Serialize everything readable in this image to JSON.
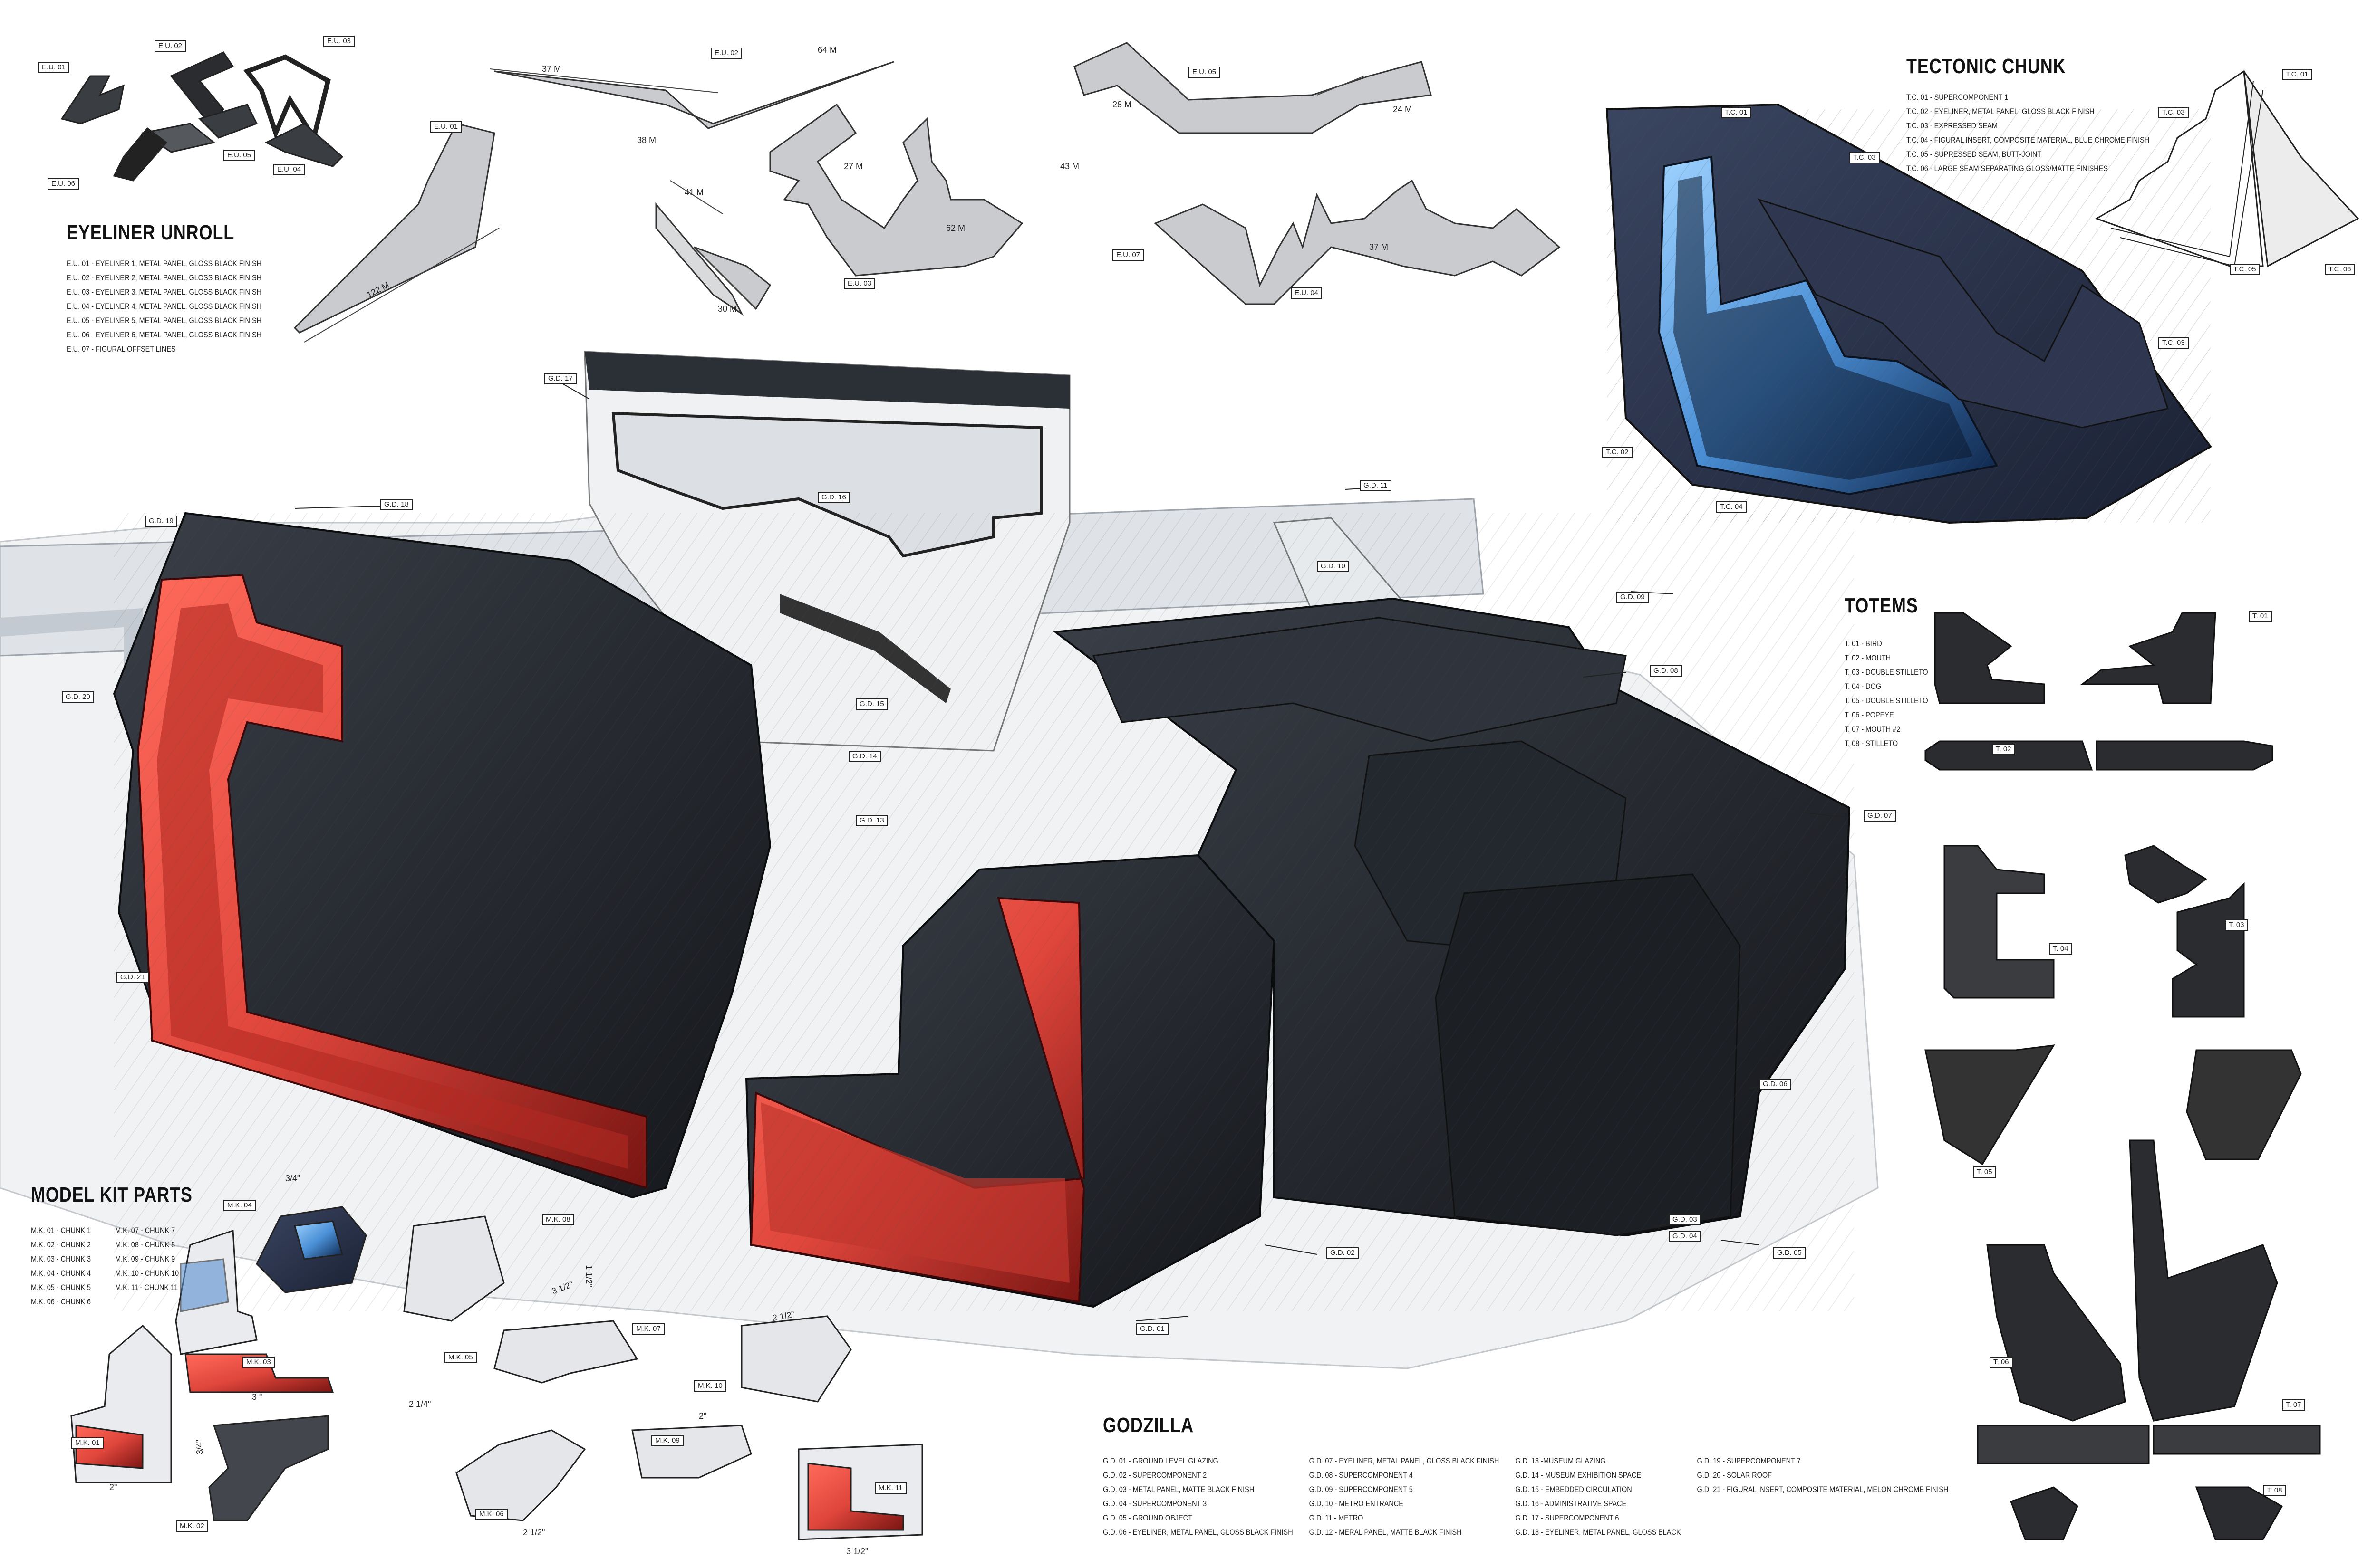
{
  "sections": {
    "eyeliner": {
      "heading": "EYELINER UNROLL",
      "items": [
        "E.U. 01 - EYELINER 1, METAL PANEL, GLOSS BLACK FINISH",
        "E.U. 02 - EYELINER 2, METAL PANEL, GLOSS BLACK FINISH",
        "E.U. 03 - EYELINER 3, METAL PANEL, GLOSS BLACK FINISH",
        "E.U. 04 - EYELINER 4, METAL PANEL, GLOSS BLACK FINISH",
        "E.U. 05 - EYELINER 5, METAL PANEL, GLOSS BLACK FINISH",
        "E.U. 06 - EYELINER 6, METAL PANEL, GLOSS BLACK FINISH",
        "E.U. 07 - FIGURAL OFFSET LINES"
      ]
    },
    "tectonic": {
      "heading": "TECTONIC CHUNK",
      "items": [
        "T.C. 01 - SUPERCOMPONENT 1",
        "T.C. 02 - EYELINER, METAL PANEL, GLOSS BLACK FINISH",
        "T.C. 03 - EXPRESSED SEAM",
        "T.C. 04 - FIGURAL INSERT, COMPOSITE MATERIAL, BLUE CHROME FINISH",
        "T.C. 05 - SUPRESSED SEAM, BUTT-JOINT",
        "T.C. 06 - LARGE SEAM SEPARATING GLOSS/MATTE FINISHES"
      ]
    },
    "totems": {
      "heading": "TOTEMS",
      "items": [
        "T. 01 - BIRD",
        "T. 02 - MOUTH",
        "T. 03 - DOUBLE STILLETO",
        "T. 04 - DOG",
        "T. 05 - DOUBLE STILLETO",
        "T. 06 - POPEYE",
        "T. 07 - MOUTH #2",
        "T. 08 - STILLETO"
      ]
    },
    "modelkit": {
      "heading": "MODEL KIT PARTS",
      "col1": [
        "M.K. 01 - CHUNK 1",
        "M.K. 02 - CHUNK 2",
        "M.K. 03 - CHUNK 3",
        "M.K. 04 - CHUNK 4",
        "M.K. 05 - CHUNK 5",
        "M.K. 06 - CHUNK 6"
      ],
      "col2": [
        "M.K. 07 - CHUNK 7",
        "M.K. 08 - CHUNK 8",
        "M.K. 09 - CHUNK 9",
        "M.K. 10 - CHUNK 10",
        "M.K. 11 - CHUNK 11"
      ]
    },
    "godzilla": {
      "heading": "GODZILLA",
      "col1": [
        "G.D. 01 - GROUND LEVEL GLAZING",
        "G.D. 02 - SUPERCOMPONENT 2",
        "G.D. 03 - METAL PANEL, MATTE BLACK FINISH",
        "G.D. 04 - SUPERCOMPONENT 3",
        "G.D. 05 - GROUND OBJECT",
        "G.D. 06 - EYELINER, METAL PANEL, GLOSS BLACK FINISH"
      ],
      "col2": [
        "G.D. 07 - EYELINER, METAL PANEL, GLOSS BLACK FINISH",
        "G.D. 08 - SUPERCOMPONENT 4",
        "G.D. 09 - SUPERCOMPONENT 5",
        "G.D. 10 - METRO ENTRANCE",
        "G.D. 11 - METRO",
        "G.D. 12 - MERAL PANEL, MATTE BLACK FINISH"
      ],
      "col3": [
        "G.D. 13 -MUSEUM GLAZING",
        "G.D. 14 - MUSEUM EXHIBITION SPACE",
        "G.D. 15 - EMBEDDED CIRCULATION",
        "G.D. 16 - ADMINISTRATIVE SPACE",
        "G.D. 17 - SUPERCOMPONENT 6",
        "G.D. 18 - EYELINER, METAL PANEL, GLOSS BLACK"
      ],
      "col4": [
        "G.D. 19 - SUPERCOMPONENT 7",
        "G.D. 20 - SOLAR ROOF",
        "G.D. 21 - FIGURAL INSERT, COMPOSITE MATERIAL, MELON CHROME FINISH"
      ]
    }
  },
  "tags": {
    "eu01": "E.U. 01",
    "eu02": "E.U. 02",
    "eu03": "E.U. 03",
    "eu04": "E.U. 04",
    "eu05": "E.U. 05",
    "eu06": "E.U. 06",
    "eu07": "E.U. 07",
    "tc01": "T.C. 01",
    "tc02": "T.C. 02",
    "tc03": "T.C. 03",
    "tc04": "T.C. 04",
    "tc05": "T.C. 05",
    "tc06": "T.C. 06",
    "t01": "T. 01",
    "t02": "T. 02",
    "t03": "T. 03",
    "t04": "T. 04",
    "t05": "T. 05",
    "t06": "T. 06",
    "t07": "T. 07",
    "t08": "T. 08",
    "gd01": "G.D. 01",
    "gd02": "G.D. 02",
    "gd03": "G.D. 03",
    "gd04": "G.D. 04",
    "gd05": "G.D. 05",
    "gd06": "G.D. 06",
    "gd07": "G.D. 07",
    "gd08": "G.D. 08",
    "gd09": "G.D. 09",
    "gd10": "G.D. 10",
    "gd11": "G.D. 11",
    "gd13": "G.D. 13",
    "gd14": "G.D. 14",
    "gd15": "G.D. 15",
    "gd16": "G.D. 16",
    "gd17": "G.D. 17",
    "gd18": "G.D. 18",
    "gd19": "G.D. 19",
    "gd20": "G.D. 20",
    "gd21": "G.D. 21",
    "mk01": "M.K. 01",
    "mk02": "M.K. 02",
    "mk03": "M.K. 03",
    "mk04": "M.K. 04",
    "mk05": "M.K. 05",
    "mk06": "M.K. 06",
    "mk07": "M.K. 07",
    "mk08": "M.K. 08",
    "mk09": "M.K. 09",
    "mk10": "M.K. 10",
    "mk11": "M.K. 11"
  },
  "dimensions": {
    "d_122m": "122 M",
    "d_37m": "37 M",
    "d_38m": "38 M",
    "d_64m": "64 M",
    "d_41m": "41 M",
    "d_30m": "30 M",
    "d_24m": "24 M",
    "d_28m": "28 M",
    "d_37m_b": "37 M",
    "d_43m": "43 M",
    "d_62m": "62 M",
    "d_27m": "27 M",
    "mk_3in": "3 \"",
    "mk_2in": "2\"",
    "mk_34": "3/4\"",
    "mk_34b": "3/4\"",
    "mk_214": "2 1/4\"",
    "mk_312": "3 1/2\"",
    "mk_112": "1 1/2\"",
    "mk_212": "2 1/2\"",
    "mk_2inb": "2\"",
    "mk_212b": "2 1/2\"",
    "mk_312b": "3 1/2\""
  },
  "colors": {
    "panel_black": "#1e2126",
    "panel_dark": "#2b2f36",
    "blue_chrome": "#4a8fd6",
    "melon_chrome": "#e0463c",
    "glazing_white": "#e9ecef"
  }
}
